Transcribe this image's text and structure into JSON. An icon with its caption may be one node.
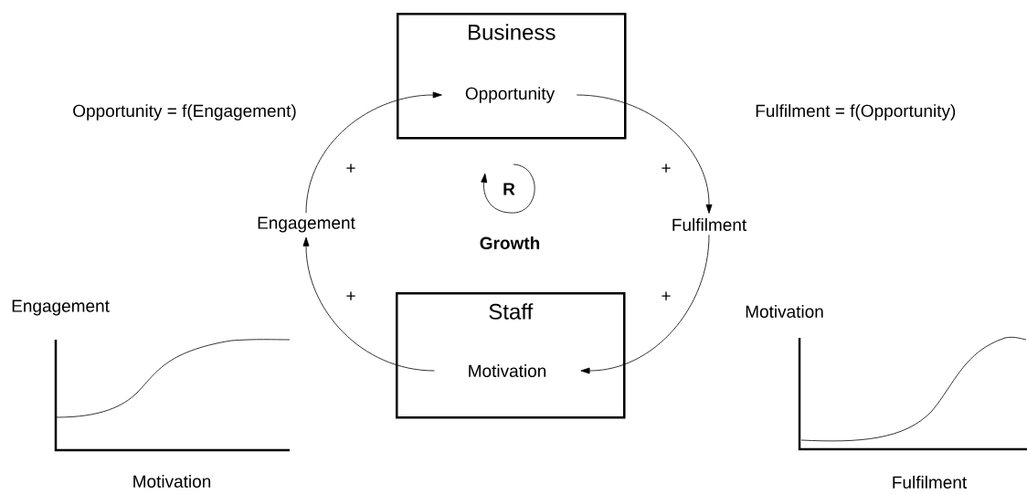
{
  "diagram": {
    "nodes": [
      {
        "text": [
          "Business"
        ]
      },
      {
        "text": [
          "Opportunity"
        ],
        "in": 0
      },
      {
        "text": [
          "Fulfilment"
        ]
      },
      {
        "text": [
          "Staff"
        ]
      },
      {
        "text": [
          "Motivation"
        ],
        "in": 3
      },
      {
        "text": [
          "Engagement"
        ]
      }
    ],
    "edges": [
      {
        "from": 5,
        "to": 1,
        "arrow": "to",
        "label": "+"
      },
      {
        "from": 1,
        "to": 2,
        "arrow": "to",
        "label": "+"
      },
      {
        "from": 2,
        "to": 4,
        "arrow": "to",
        "label": "+"
      },
      {
        "from": 4,
        "to": 5,
        "arrow": "to",
        "label": "+"
      }
    ],
    "labels": [
      "Opportunity = f(Engagement)",
      "Fulfilment = f(Opportunity)",
      "R",
      "Growth",
      "Engagement",
      "Motivation",
      "Motivation",
      "Fulfilment"
    ]
  }
}
